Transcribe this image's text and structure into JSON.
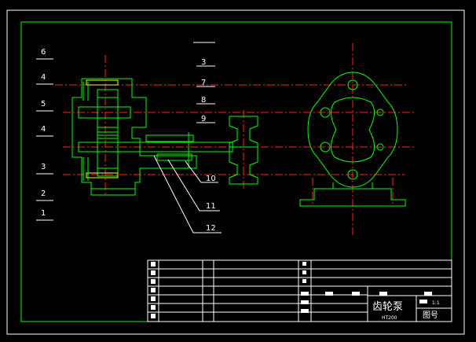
{
  "drawing": {
    "part_labels": [
      "6",
      "4",
      "5",
      "4",
      "3",
      "2",
      "1",
      "3",
      "7",
      "8",
      "9",
      "10",
      "11",
      "12"
    ],
    "title_name": "齿轮泵",
    "material": "HT200",
    "scale": "1:1",
    "drawing_no": "图号"
  },
  "colors": {
    "outline": "#00ff00",
    "centerline": "#ff2020",
    "leader": "#ffffff",
    "background": "#000000"
  }
}
